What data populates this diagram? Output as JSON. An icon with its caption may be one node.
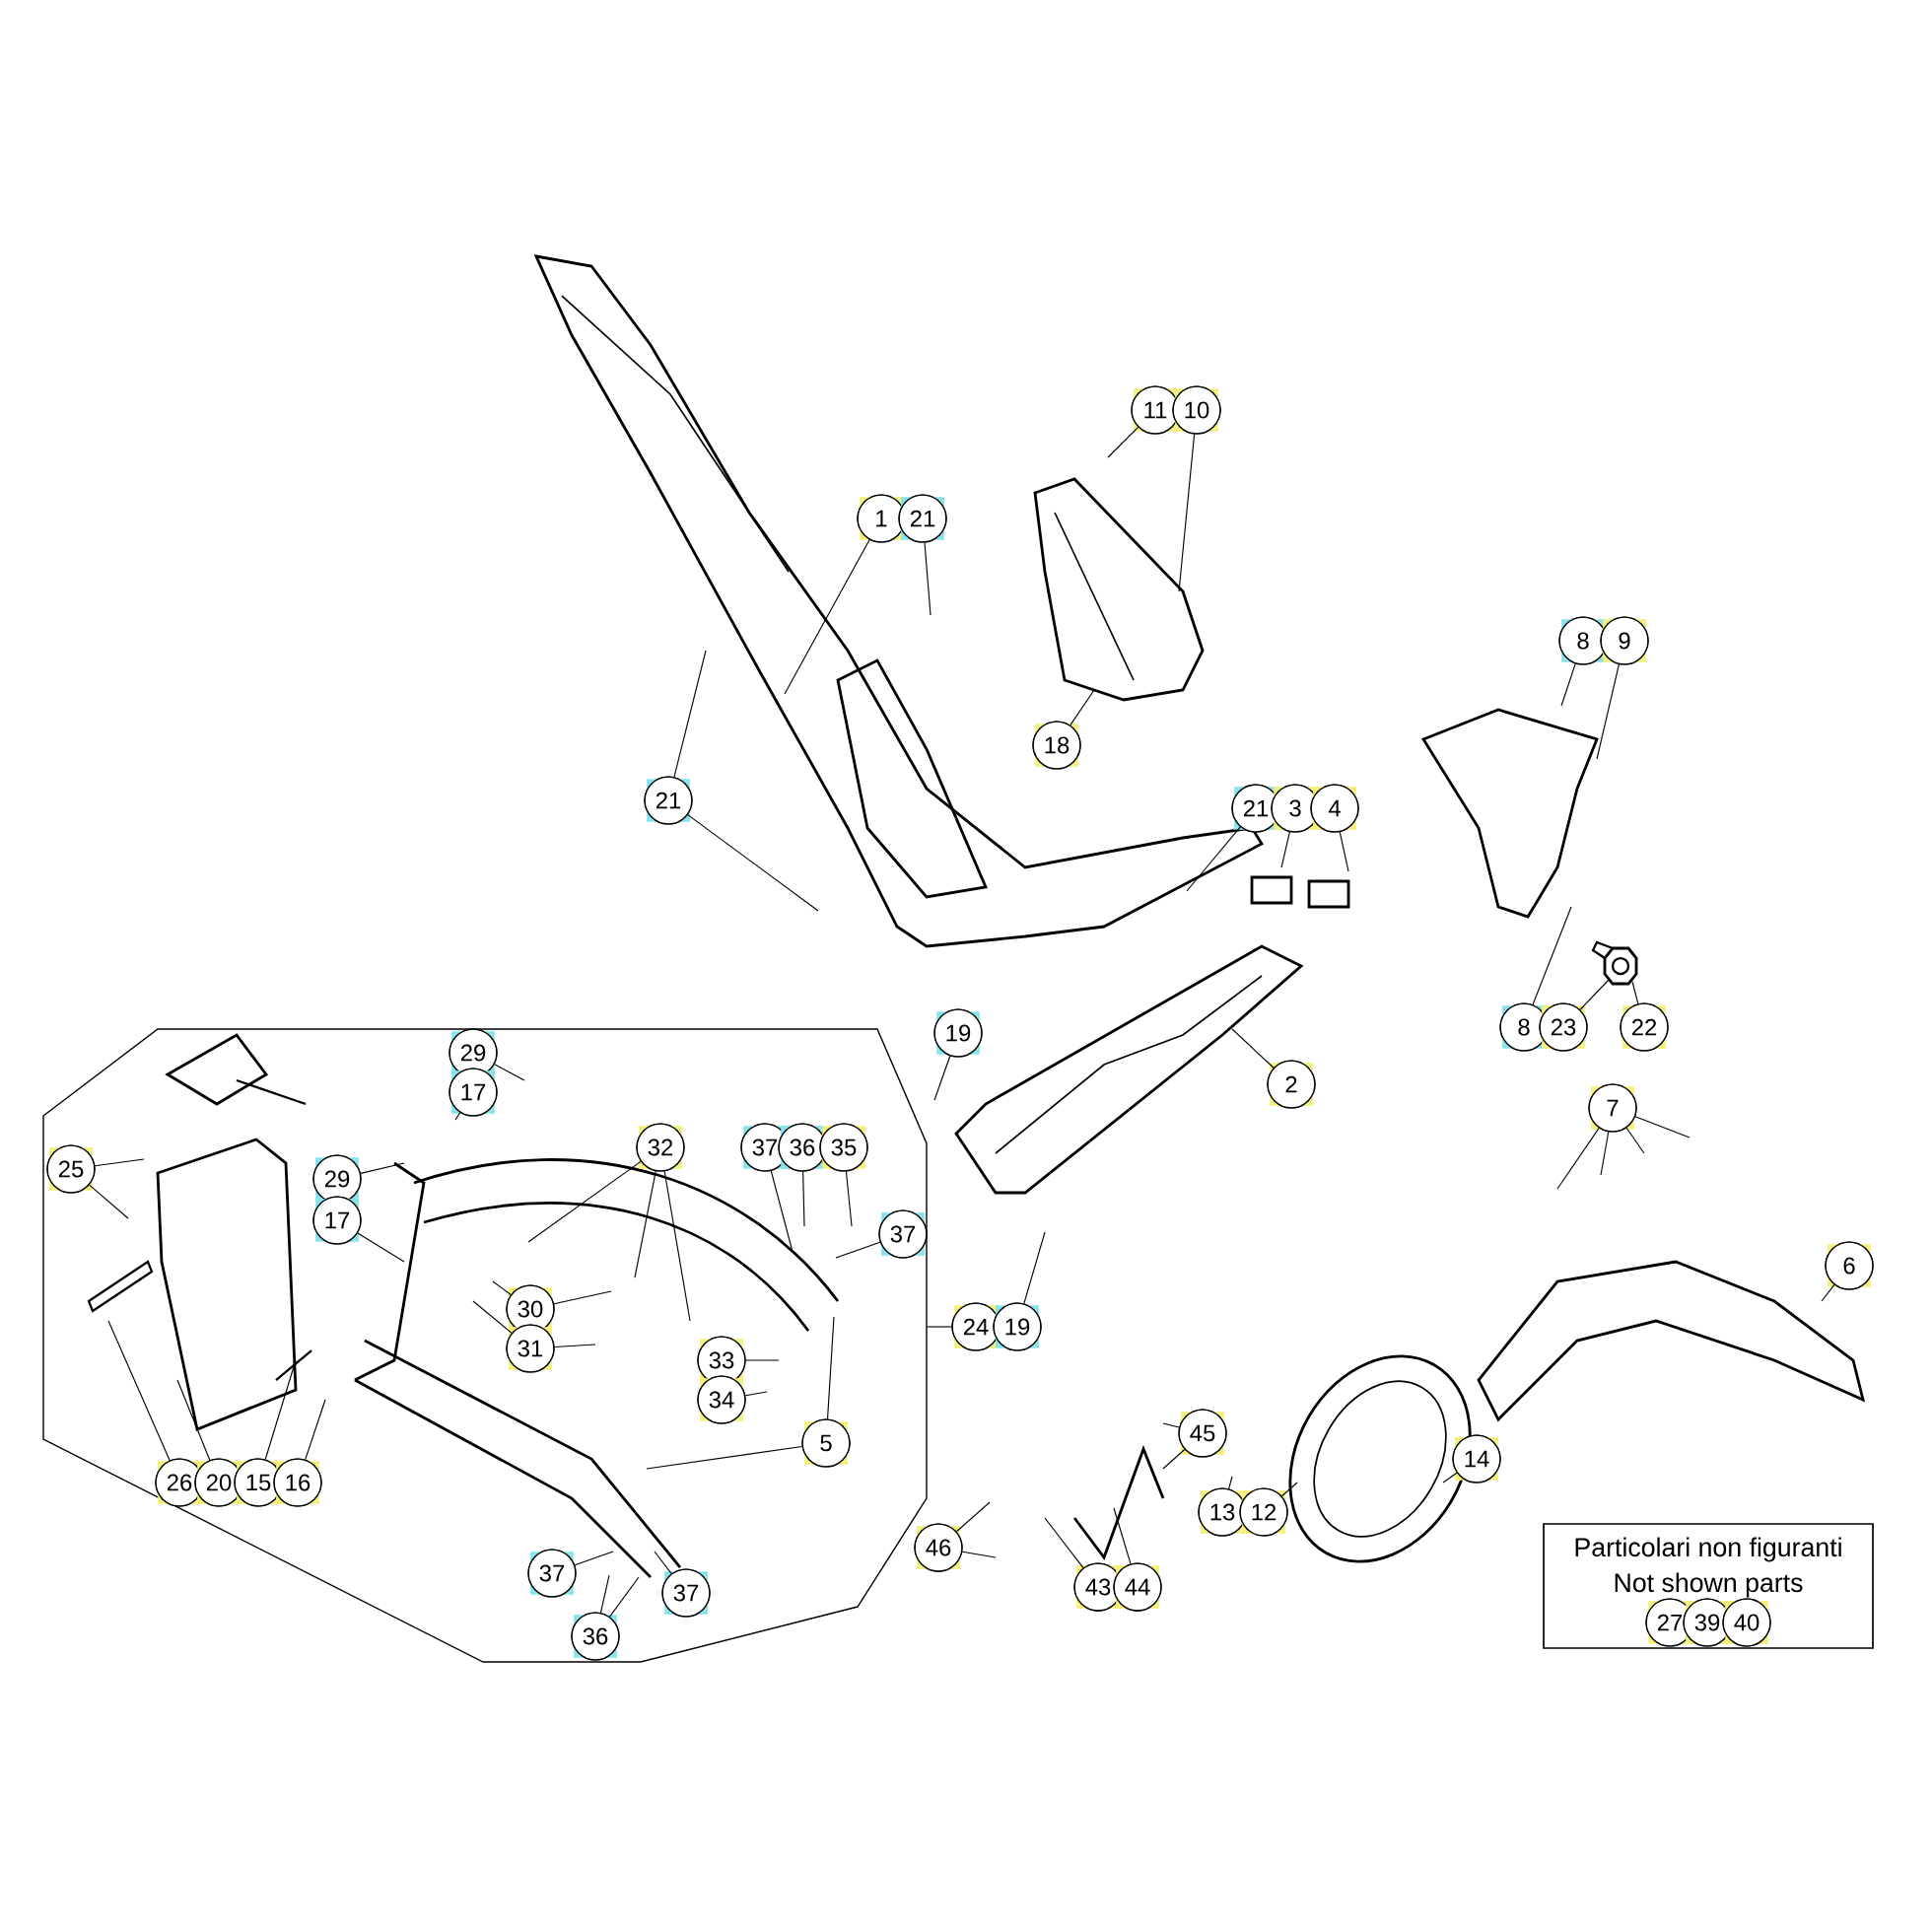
{
  "diagram": {
    "nodes": [
      {
        "text": [
          "1"
        ]
      },
      {
        "text": [
          "21"
        ]
      },
      {
        "text": [
          "11"
        ]
      },
      {
        "text": [
          "10"
        ]
      },
      {
        "text": [
          "8"
        ]
      },
      {
        "text": [
          "9"
        ]
      },
      {
        "text": [
          "18"
        ]
      },
      {
        "text": [
          "21"
        ]
      },
      {
        "text": [
          "21"
        ]
      },
      {
        "text": [
          "3"
        ]
      },
      {
        "text": [
          "4"
        ]
      },
      {
        "text": [
          "8"
        ]
      },
      {
        "text": [
          "23"
        ]
      },
      {
        "text": [
          "22"
        ]
      },
      {
        "text": [
          "19"
        ]
      },
      {
        "text": [
          "2"
        ]
      },
      {
        "text": [
          "7"
        ]
      },
      {
        "text": [
          "6"
        ]
      },
      {
        "text": [
          "24"
        ]
      },
      {
        "text": [
          "19"
        ]
      },
      {
        "text": [],
        "shape": "octagon"
      },
      {
        "text": [
          "29"
        ],
        "in": 20
      },
      {
        "text": [
          "17"
        ],
        "in": 20
      },
      {
        "text": [
          "25"
        ],
        "in": 20
      },
      {
        "text": [
          "29"
        ],
        "in": 20
      },
      {
        "text": [
          "32"
        ],
        "in": 20
      },
      {
        "text": [
          "37"
        ],
        "in": 20
      },
      {
        "text": [
          "36"
        ],
        "in": 20
      },
      {
        "text": [
          "35"
        ],
        "in": 20
      },
      {
        "text": [
          "17"
        ],
        "in": 20
      },
      {
        "text": [
          "37"
        ],
        "in": 20
      },
      {
        "text": [
          "30"
        ],
        "in": 20
      },
      {
        "text": [
          "31"
        ],
        "in": 20
      },
      {
        "text": [
          "33"
        ],
        "in": 20
      },
      {
        "text": [
          "34"
        ],
        "in": 20
      },
      {
        "text": [
          "5"
        ],
        "in": 20
      },
      {
        "text": [
          "26"
        ],
        "in": 20
      },
      {
        "text": [
          "20"
        ],
        "in": 20
      },
      {
        "text": [
          "15"
        ],
        "in": 20
      },
      {
        "text": [
          "16"
        ],
        "in": 20
      },
      {
        "text": [
          "37"
        ],
        "in": 20
      },
      {
        "text": [
          "37"
        ],
        "in": 20
      },
      {
        "text": [
          "36"
        ],
        "in": 20
      },
      {
        "text": [
          "45"
        ]
      },
      {
        "text": [
          "46"
        ]
      },
      {
        "text": [
          "13"
        ]
      },
      {
        "text": [
          "12"
        ]
      },
      {
        "text": [
          "14"
        ]
      },
      {
        "text": [
          "43"
        ]
      },
      {
        "text": [
          "44"
        ]
      },
      {
        "text": [
          "Particolari non figuranti",
          "Not shown parts"
        ]
      },
      {
        "text": [
          "27"
        ],
        "in": 50
      },
      {
        "text": [
          "39"
        ],
        "in": 50
      },
      {
        "text": [
          "40"
        ],
        "in": 50
      },
      {
        "text": [],
        "shape": "picture"
      },
      {
        "text": [],
        "shape": "picture"
      },
      {
        "text": [],
        "shape": "picture"
      }
    ],
    "edges": [
      {
        "from": 0,
        "to": null,
        "arrow": "none"
      },
      {
        "from": 1,
        "to": null,
        "arrow": "none"
      },
      {
        "from": 2,
        "to": null,
        "arrow": "none"
      },
      {
        "from": 3,
        "to": 54,
        "arrow": "none"
      },
      {
        "from": 4,
        "to": null,
        "arrow": "none"
      },
      {
        "from": 5,
        "to": null,
        "arrow": "none"
      },
      {
        "from": 6,
        "to": 54,
        "arrow": "none"
      },
      {
        "from": 7,
        "to": null,
        "arrow": "none"
      },
      {
        "from": 7,
        "to": null,
        "arrow": "none"
      },
      {
        "from": 8,
        "to": null,
        "arrow": "none"
      },
      {
        "from": 9,
        "to": null,
        "arrow": "none"
      },
      {
        "from": 10,
        "to": null,
        "arrow": "none"
      },
      {
        "from": 11,
        "to": null,
        "arrow": "none"
      },
      {
        "from": 12,
        "to": 56,
        "arrow": "none"
      },
      {
        "from": 13,
        "to": 56,
        "arrow": "none"
      },
      {
        "from": 14,
        "to": null,
        "arrow": "none"
      },
      {
        "from": 15,
        "to": 55,
        "arrow": "none"
      },
      {
        "from": 16,
        "to": null,
        "arrow": "none"
      },
      {
        "from": 16,
        "to": null,
        "arrow": "none"
      },
      {
        "from": 16,
        "to": null,
        "arrow": "none"
      },
      {
        "from": 16,
        "to": null,
        "arrow": "none"
      },
      {
        "from": 17,
        "to": null,
        "arrow": "none"
      },
      {
        "from": 18,
        "to": 20,
        "arrow": "none"
      },
      {
        "from": 19,
        "to": null,
        "arrow": "none"
      },
      {
        "from": 21,
        "to": null,
        "arrow": "none"
      },
      {
        "from": 22,
        "to": null,
        "arrow": "none"
      },
      {
        "from": 23,
        "to": null,
        "arrow": "none"
      },
      {
        "from": 23,
        "to": null,
        "arrow": "none"
      },
      {
        "from": 24,
        "to": null,
        "arrow": "none"
      },
      {
        "from": 25,
        "to": null,
        "arrow": "none"
      },
      {
        "from": 25,
        "to": null,
        "arrow": "none"
      },
      {
        "from": 25,
        "to": null,
        "arrow": "none"
      },
      {
        "from": 26,
        "to": null,
        "arrow": "none"
      },
      {
        "from": 27,
        "to": null,
        "arrow": "none"
      },
      {
        "from": 28,
        "to": null,
        "arrow": "none"
      },
      {
        "from": 29,
        "to": null,
        "arrow": "none"
      },
      {
        "from": 30,
        "to": null,
        "arrow": "none"
      },
      {
        "from": 31,
        "to": null,
        "arrow": "none"
      },
      {
        "from": 31,
        "to": null,
        "arrow": "none"
      },
      {
        "from": 32,
        "to": null,
        "arrow": "none"
      },
      {
        "from": 32,
        "to": null,
        "arrow": "none"
      },
      {
        "from": 33,
        "to": null,
        "arrow": "none"
      },
      {
        "from": 34,
        "to": null,
        "arrow": "none"
      },
      {
        "from": 35,
        "to": null,
        "arrow": "none"
      },
      {
        "from": 35,
        "to": null,
        "arrow": "none"
      },
      {
        "from": 36,
        "to": null,
        "arrow": "none"
      },
      {
        "from": 37,
        "to": null,
        "arrow": "none"
      },
      {
        "from": 38,
        "to": null,
        "arrow": "none"
      },
      {
        "from": 39,
        "to": null,
        "arrow": "none"
      },
      {
        "from": 40,
        "to": null,
        "arrow": "none"
      },
      {
        "from": 41,
        "to": null,
        "arrow": "none"
      },
      {
        "from": 42,
        "to": null,
        "arrow": "none"
      },
      {
        "from": 42,
        "to": null,
        "arrow": "none"
      },
      {
        "from": 43,
        "to": null,
        "arrow": "none"
      },
      {
        "from": 43,
        "to": null,
        "arrow": "none"
      },
      {
        "from": 44,
        "to": null,
        "arrow": "none"
      },
      {
        "from": 44,
        "to": null,
        "arrow": "none"
      },
      {
        "from": 45,
        "to": null,
        "arrow": "none"
      },
      {
        "from": 46,
        "to": null,
        "arrow": "none"
      },
      {
        "from": 47,
        "to": null,
        "arrow": "none"
      },
      {
        "from": 48,
        "to": null,
        "arrow": "none"
      },
      {
        "from": 49,
        "to": null,
        "arrow": "none"
      }
    ]
  }
}
